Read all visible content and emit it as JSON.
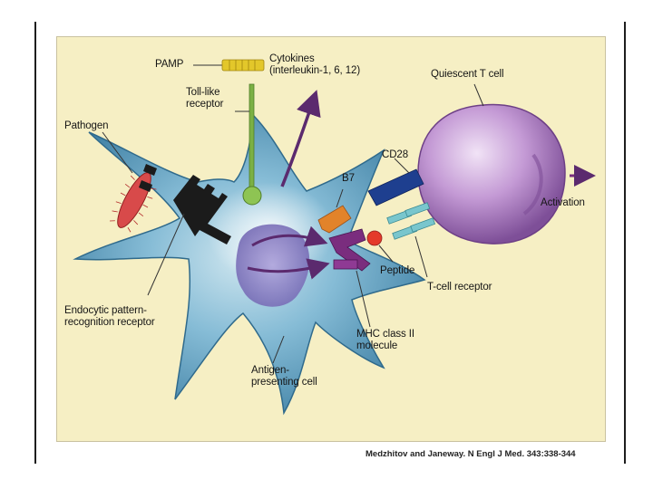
{
  "figure": {
    "labels": {
      "pamp": "PAMP",
      "cytokines": "Cytokines\n(interleukin-1, 6, 12)",
      "quiescent_t_cell": "Quiescent T cell",
      "toll_like_receptor": "Toll-like\nreceptor",
      "pathogen": "Pathogen",
      "cd28": "CD28",
      "b7": "B7",
      "activation": "Activation",
      "peptide": "Peptide",
      "t_cell_receptor": "T-cell receptor",
      "endocytic_receptor": "Endocytic pattern-\nrecognition receptor",
      "mhc_class_ii": "MHC class II\nmolecule",
      "apc": "Antigen-\npresenting cell"
    },
    "citation": "Medzhitov and Janeway. N Engl J Med. 343:338-344"
  },
  "colors": {
    "background": "#f6efc4",
    "apc_body": "#5f9fc0",
    "t_cell": "#b489c7",
    "pathogen": "#d84a4a",
    "toll_receptor": "#7bb044",
    "pamp": "#e3c72a",
    "cd28": "#1e3f8f",
    "b7": "#e2832a",
    "mhc": "#7a2d7e",
    "tcr": "#79c6cd",
    "arrow": "#5b2a6e"
  }
}
